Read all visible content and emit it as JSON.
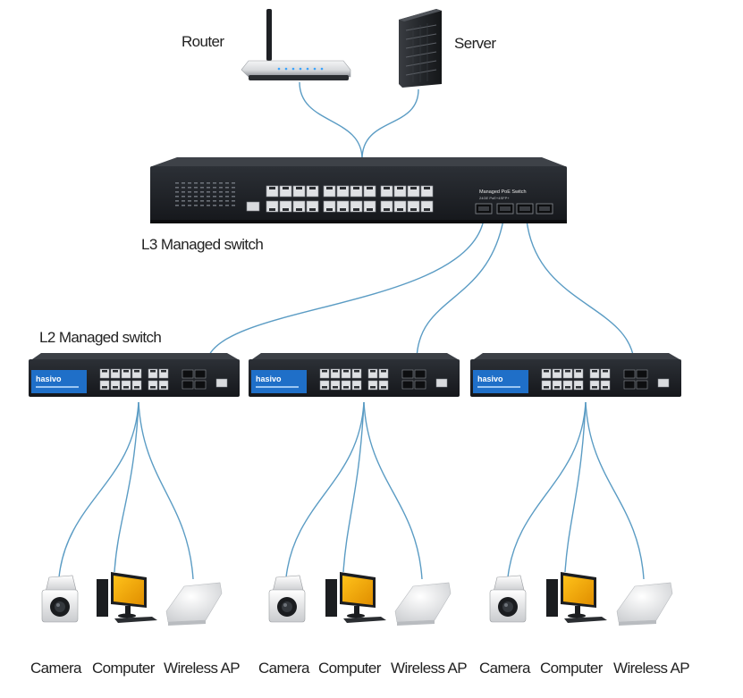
{
  "labels": {
    "router": "Router",
    "server": "Server",
    "l3_switch": "L3 Managed switch",
    "l2_switch": "L2  Managed switch"
  },
  "l3_panel": {
    "title": "Managed PoE Switch",
    "subtitle": "24GE PoE+4SFP+"
  },
  "l2_brand": "hasivo",
  "device_labels": [
    "Camera",
    "Computer",
    "Wireless AP"
  ],
  "colors": {
    "cable": "#5b9cc4",
    "switch_body": "#1c1f24",
    "brand_panel": "#1f6fc8",
    "monitor_screen": "#f2a800",
    "ap_body": "#e9eaec"
  }
}
